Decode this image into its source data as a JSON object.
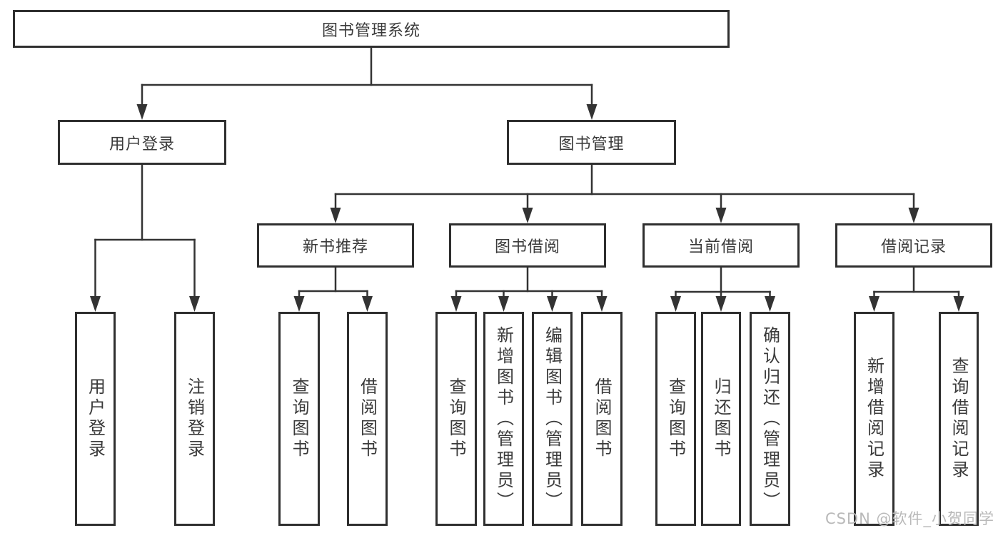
{
  "root": {
    "label": "图书管理系统",
    "children": [
      {
        "label": "用户登录",
        "children": [
          {
            "label": "用户登录"
          },
          {
            "label": "注销登录"
          }
        ]
      },
      {
        "label": "图书管理",
        "children": [
          {
            "label": "新书推荐",
            "children": [
              {
                "label": "查询图书"
              },
              {
                "label": "借阅图书"
              }
            ]
          },
          {
            "label": "图书借阅",
            "children": [
              {
                "label": "查询图书"
              },
              {
                "label": "新增图书（管理员）"
              },
              {
                "label": "编辑图书（管理员）"
              },
              {
                "label": "借阅图书"
              }
            ]
          },
          {
            "label": "当前借阅",
            "children": [
              {
                "label": "查询图书"
              },
              {
                "label": "归还图书"
              },
              {
                "label": "确认归还（管理员）"
              }
            ]
          },
          {
            "label": "借阅记录",
            "children": [
              {
                "label": "新增借阅记录"
              },
              {
                "label": "查询借阅记录"
              }
            ]
          }
        ]
      }
    ]
  },
  "watermark": {
    "text": "CSDN @软件_小贺同学"
  },
  "colors": {
    "line": "#333333",
    "border": "#2f2f2f",
    "text": "#3a3a3a",
    "background": "#ffffff",
    "watermark": "#b9b9b9"
  }
}
